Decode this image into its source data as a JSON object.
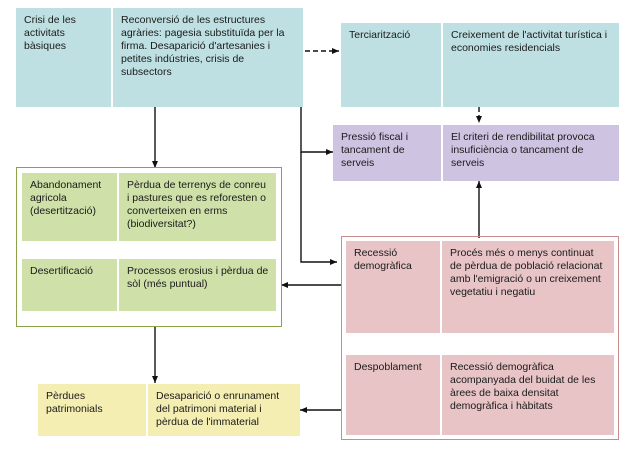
{
  "diagram": {
    "boxes": [
      {
        "id": "crisi",
        "text": "Crisi de les activitats bàsiques",
        "color": "blue"
      },
      {
        "id": "reconversio",
        "text": "Reconversió de les estructures agràries: pagesia substituïda per la firma. Desaparició d'artesanies i petites indústries, crisis de subsectors",
        "color": "blue"
      },
      {
        "id": "terciaritzacio",
        "text": "Terciarització",
        "color": "blue"
      },
      {
        "id": "creixement",
        "text": "Creixement de l'activitat turística i economies residencials",
        "color": "blue"
      },
      {
        "id": "pressio",
        "text": "Pressió fiscal i tancament de serveis",
        "color": "purple"
      },
      {
        "id": "criteri",
        "text": "El criteri de rendibilitat provoca insuficiència o tancament de serveis",
        "color": "purple"
      },
      {
        "id": "abandonament",
        "text": "Abandonament agricola (desertització)",
        "color": "green"
      },
      {
        "id": "perdua-terrenys",
        "text": "Pèrdua de terrenys de conreu i pastures que es reforesten o converteixen en erms (biodiversitat?)",
        "color": "green"
      },
      {
        "id": "desertificacio",
        "text": "Desertificació",
        "color": "green"
      },
      {
        "id": "processos",
        "text": "Processos erosius i pèrdua de sòl (més puntual)",
        "color": "green"
      },
      {
        "id": "recessio",
        "text": "Recessió demogràfica",
        "color": "pink"
      },
      {
        "id": "proces",
        "text": "Procés més o menys continuat de pèrdua de població relacionat amb l'emigració o un creixement vegetatiu i negatiu",
        "color": "pink"
      },
      {
        "id": "despoblament",
        "text": "Despoblament",
        "color": "pink"
      },
      {
        "id": "recessio-acomp",
        "text": "Recessió demogràfica acompanyada del buidat de les àrees de baixa densitat demogràfica i hàbitats",
        "color": "pink"
      },
      {
        "id": "perdues",
        "text": "Pèrdues patrimonials",
        "color": "yellow"
      },
      {
        "id": "desaparicio",
        "text": "Desaparició o enrunament del patrimoni material i pèrdua de l'immaterial",
        "color": "yellow"
      }
    ],
    "colors": {
      "blue": "#bfe0e2",
      "green": "#cfe0a8",
      "purple": "#cfc3e2",
      "pink": "#e8c4c6",
      "yellow": "#f5eeb3",
      "green_border": "#8aa348",
      "pink_border": "#c98d90",
      "arrow": "#111111"
    }
  }
}
